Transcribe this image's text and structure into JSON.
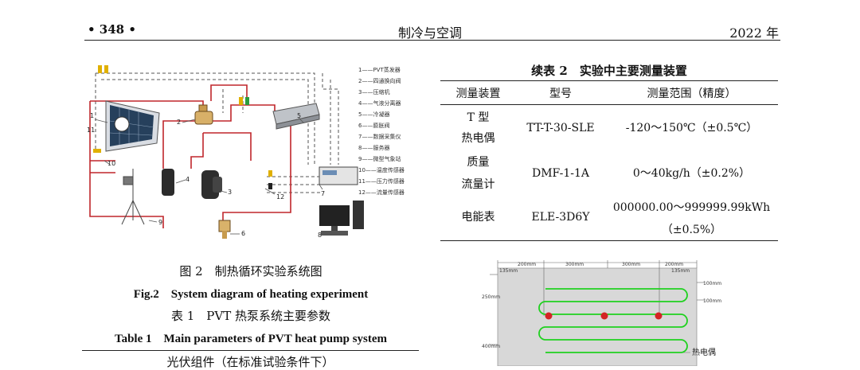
{
  "header": {
    "page_number": "• 348 •",
    "journal": "制冷与空调",
    "year": "2022 年"
  },
  "figure2": {
    "legend": [
      "1——PVT蒸发器",
      "2——四通换向阀",
      "3——压缩机",
      "4——气液分离器",
      "5——冷凝器",
      "6——膨胀阀",
      "7——数据采集仪",
      "8——服务器",
      "9——微型气象站",
      "10——温度传感器",
      "11——压力传感器",
      "12——流量传感器"
    ],
    "callouts": [
      "1",
      "2",
      "3",
      "4",
      "5",
      "6",
      "7",
      "8",
      "9",
      "10",
      "11",
      "12"
    ],
    "caption_cn": "图 2　制热循环实验系统图",
    "caption_en": "Fig.2　System diagram of heating experiment"
  },
  "table1": {
    "title_cn": "表 1　PVT 热泵系统主要参数",
    "title_en": "Table 1　Main parameters of PVT heat pump system",
    "first_row": "光伏组件（在标准试验条件下）"
  },
  "table2": {
    "title": "续表 2　实验中主要测量装置",
    "headers": [
      "测量装置",
      "型号",
      "测量范围（精度）"
    ],
    "rows": [
      {
        "device": [
          "T 型",
          "热电偶"
        ],
        "model": "TT-T-30-SLE",
        "range": [
          "-120～150℃（±0.5℃）"
        ]
      },
      {
        "device": [
          "质量",
          "流量计"
        ],
        "model": "DMF-1-1A",
        "range": [
          "0～40kg/h（±0.2%）"
        ]
      },
      {
        "device": [
          "电能表"
        ],
        "model": "ELE-3D6Y",
        "range": [
          "000000.00～999999.99kWh",
          "（±0.5%）"
        ]
      }
    ]
  },
  "figure3": {
    "top_dims": [
      "200mm",
      "300mm",
      "300mm",
      "200mm"
    ],
    "corner_dims": [
      "135mm",
      "135mm"
    ],
    "right_dims": [
      "100mm",
      "100mm"
    ],
    "left_dims": [
      "250mm",
      "400mm"
    ],
    "label": "热电偶"
  }
}
